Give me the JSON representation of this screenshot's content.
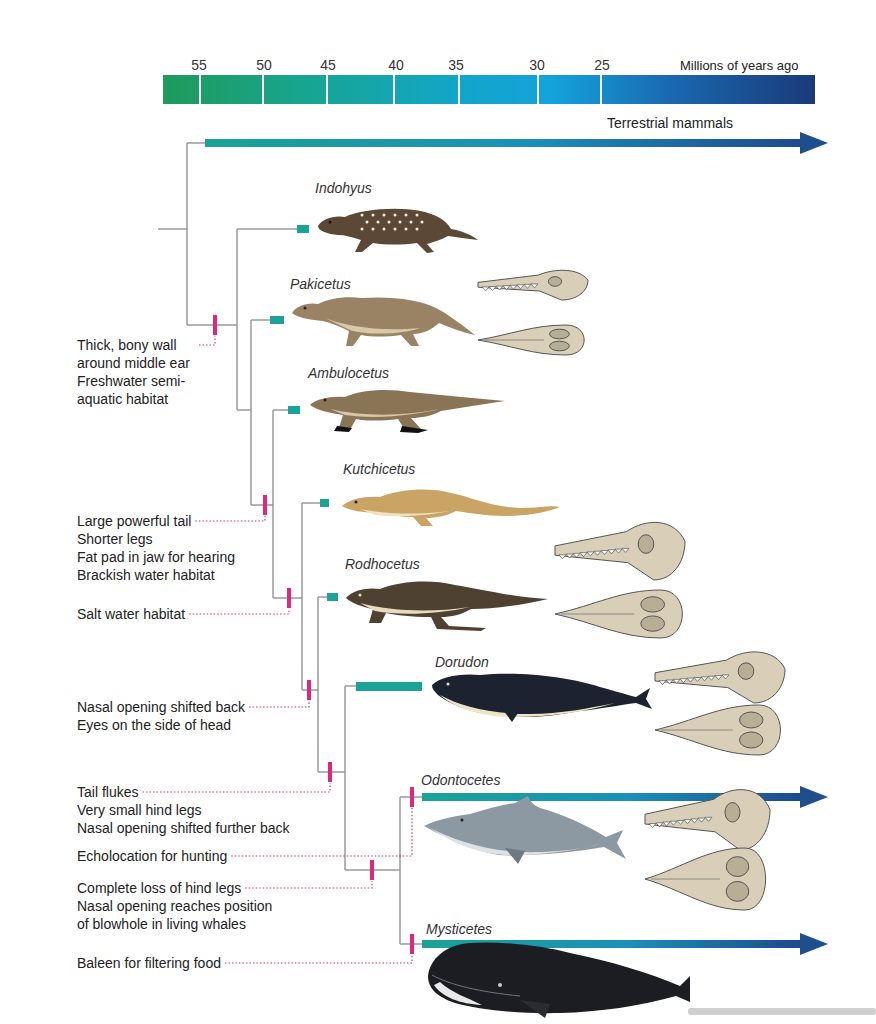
{
  "diagram": {
    "labels": [
      "55",
      "50",
      "45",
      "40",
      "35",
      "30",
      "25",
      "Millions of years ago",
      "Terrestrial mammals",
      "Indohyus",
      "Pakicetus",
      "Thick, bony wall around middle ear",
      "Freshwater semi-aquatic habitat",
      "Ambulocetus",
      "Kutchicetus",
      "Large powerful tail",
      "Shorter legs",
      "Fat pad in jaw for hearing",
      "Brackish water habitat",
      "Rodhocetus",
      "Salt water habitat",
      "Dorudon",
      "Nasal opening shifted back",
      "Eyes on the side of head",
      "Odontocetes",
      "Tail flukes",
      "Very small hind legs",
      "Nasal opening shifted further back",
      "Echolocation for hunting",
      "Complete loss of hind legs",
      "Nasal opening reaches position of blowhole in living whales",
      "Mysticetes",
      "Baleen for filtering food"
    ]
  }
}
